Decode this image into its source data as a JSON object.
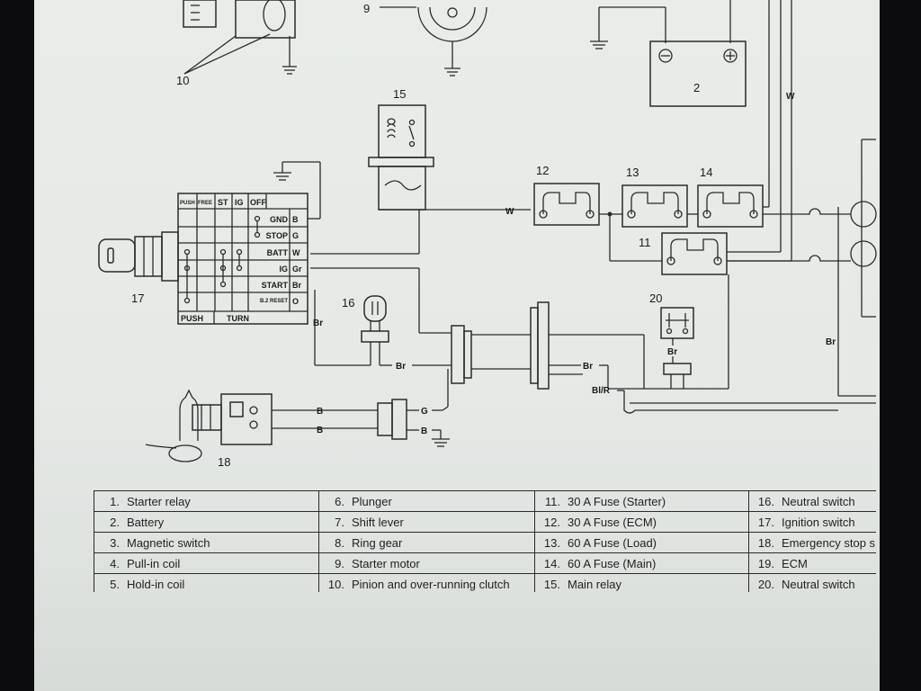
{
  "components": {
    "c2": "2",
    "c9": "9",
    "c10": "10",
    "c11": "11",
    "c12": "12",
    "c13": "13",
    "c14": "14",
    "c15": "15",
    "c16": "16",
    "c17": "17",
    "c18": "18",
    "c20": "20"
  },
  "ignition_switch": {
    "positions": [
      "PUSH",
      "FREE",
      "ST",
      "IG",
      "OFF"
    ],
    "terminals": [
      "GND",
      "STOP",
      "BATT",
      "IG",
      "START",
      "B.2 RESET"
    ],
    "terminal_colors": [
      "B",
      "G",
      "W",
      "Gr",
      "Br",
      "O"
    ],
    "footer": [
      "PUSH",
      "TURN"
    ]
  },
  "wire_labels": {
    "w_top": "W",
    "w_fuse": "W",
    "br_switch": "Br",
    "br_neutral": "Br",
    "br_right": "Br",
    "blr": "Bl/R",
    "br_relay": "Br",
    "br_far": "Br",
    "b1": "B",
    "b2": "B",
    "g": "G",
    "b3": "B"
  },
  "legend": {
    "rows": [
      [
        {
          "n": "1.",
          "t": "Starter relay"
        },
        {
          "n": "6.",
          "t": "Plunger"
        },
        {
          "n": "11.",
          "t": "30 A Fuse (Starter)"
        },
        {
          "n": "16.",
          "t": "Neutral switch"
        }
      ],
      [
        {
          "n": "2.",
          "t": "Battery"
        },
        {
          "n": "7.",
          "t": "Shift lever"
        },
        {
          "n": "12.",
          "t": "30 A Fuse (ECM)"
        },
        {
          "n": "17.",
          "t": "Ignition switch"
        }
      ],
      [
        {
          "n": "3.",
          "t": "Magnetic switch"
        },
        {
          "n": "8.",
          "t": "Ring gear"
        },
        {
          "n": "13.",
          "t": "60 A Fuse (Load)"
        },
        {
          "n": "18.",
          "t": "Emergency stop s"
        }
      ],
      [
        {
          "n": "4.",
          "t": "Pull-in coil"
        },
        {
          "n": "9.",
          "t": "Starter motor"
        },
        {
          "n": "14.",
          "t": "60 A Fuse (Main)"
        },
        {
          "n": "19.",
          "t": "ECM"
        }
      ],
      [
        {
          "n": "5.",
          "t": "Hold-in coil"
        },
        {
          "n": "10.",
          "t": "Pinion and over-running clutch"
        },
        {
          "n": "15.",
          "t": "Main relay"
        },
        {
          "n": "20.",
          "t": "Neutral switch"
        }
      ]
    ]
  }
}
